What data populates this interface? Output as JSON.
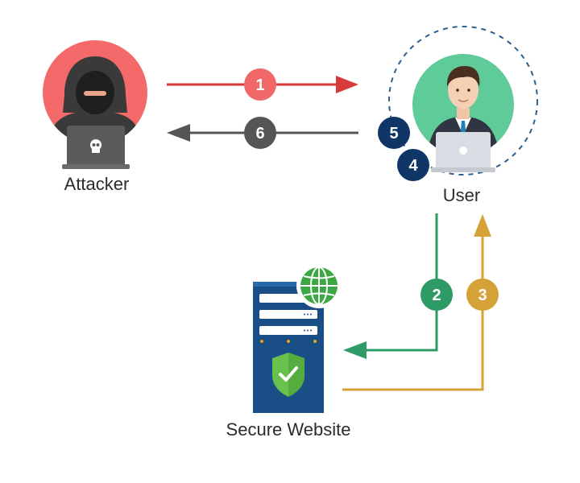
{
  "labels": {
    "attacker": "Attacker",
    "user": "User",
    "secure_website": "Secure Website"
  },
  "steps": [
    {
      "number": "1",
      "color": "#f16868"
    },
    {
      "number": "2",
      "color": "#2e9b64"
    },
    {
      "number": "3",
      "color": "#d4a236"
    },
    {
      "number": "4",
      "color": "#0f3666"
    },
    {
      "number": "5",
      "color": "#0f3666"
    },
    {
      "number": "6",
      "color": "#555555"
    }
  ],
  "colors": {
    "arrow_1": "#d63a3a",
    "arrow_6": "#555555",
    "arrow_2": "#2e9b64",
    "arrow_3": "#d4a236",
    "attacker_circle": "#f46a6a",
    "user_circle": "#5ecb98",
    "server_body": "#1a4e86",
    "globe": "#3da843",
    "shield": "#67c14c",
    "dashed_ring": "#2d5f8f"
  },
  "icons": [
    "hacker-icon",
    "skull-icon",
    "businessman-icon",
    "laptop-icon",
    "server-icon",
    "globe-icon",
    "shield-check-icon"
  ]
}
